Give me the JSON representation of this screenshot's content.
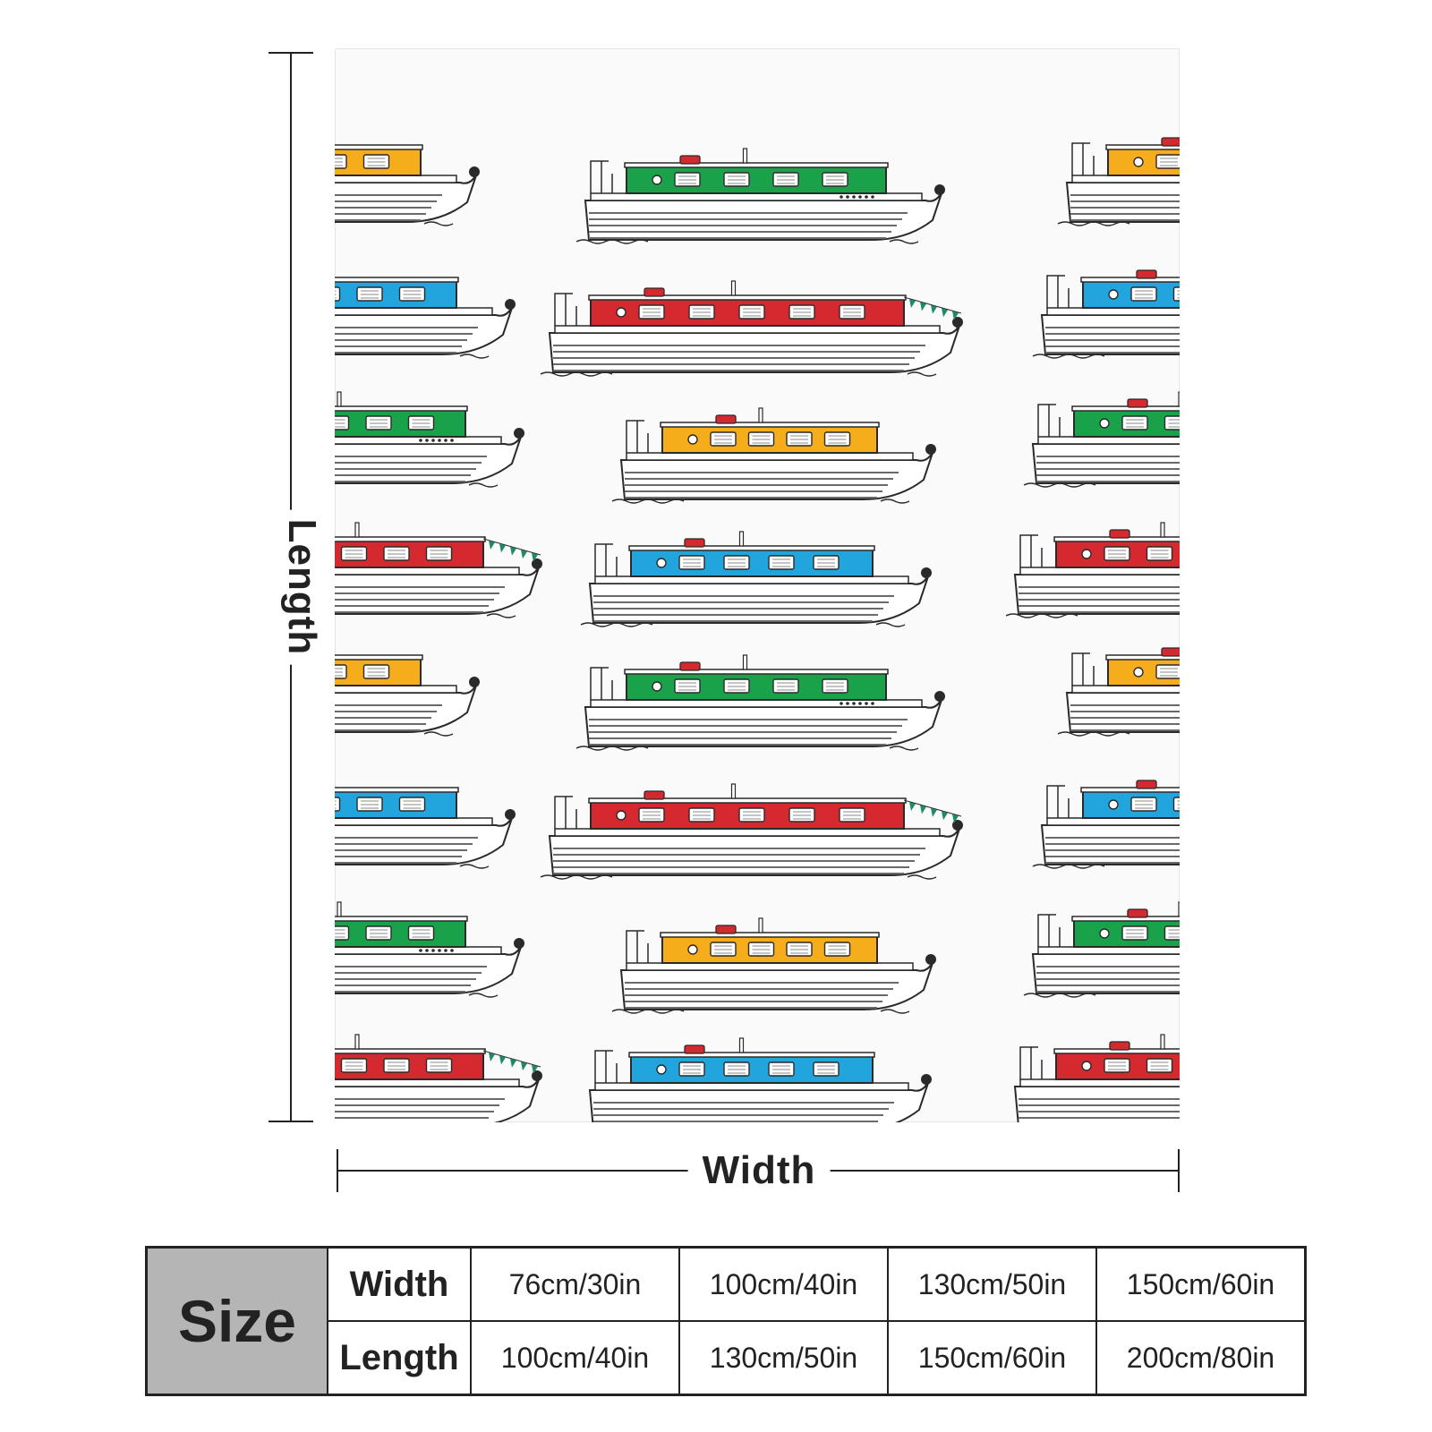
{
  "dimensions": {
    "length_label": "Length",
    "width_label": "Width"
  },
  "size_table": {
    "header": "Size",
    "rows": [
      {
        "label": "Width",
        "values": [
          "76cm/30in",
          "100cm/40in",
          "130cm/50in",
          "150cm/60in"
        ]
      },
      {
        "label": "Length",
        "values": [
          "100cm/40in",
          "130cm/50in",
          "150cm/60in",
          "200cm/80in"
        ]
      }
    ]
  },
  "pattern": {
    "subject": "narrowboat",
    "colors": {
      "green": "#1aa24a",
      "red": "#d42a2f",
      "yellow": "#f5ad1c",
      "blue": "#22a4dc",
      "bunting": "#1f8a6a",
      "ink": "#2a2a2a",
      "hull": "#6a6a6a"
    }
  }
}
